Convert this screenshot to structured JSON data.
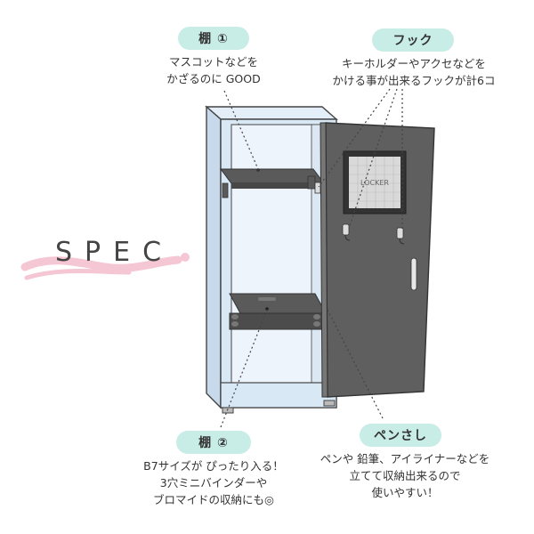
{
  "spec_heading": "SPEC",
  "callouts": {
    "shelf1": {
      "label": "棚 ①",
      "lines": [
        "マスコットなどを",
        "かざるのに GOOD"
      ]
    },
    "hook": {
      "label": "フック",
      "lines": [
        "キーホルダーやアクセなどを",
        "かける事が出来るフックが計6コ"
      ]
    },
    "shelf2": {
      "label": "棚 ②",
      "lines": [
        "B7サイズが ぴったり入る！",
        "3穴ミニバインダーや",
        "ブロマイドの収納にも◎"
      ]
    },
    "pen": {
      "label": "ペンさし",
      "lines": [
        "ペンや 鉛筆、アイライナーなどを",
        "立てて収納出来るので",
        "使いやすい！"
      ]
    }
  },
  "door_label": "LOCKER",
  "colors": {
    "pill_bg": "#c8ece6",
    "cabinet_body": "#d9e8f5",
    "door": "#5f5f5f",
    "shelf": "#5a5a5a",
    "swoosh_pink": "#f5c6d3"
  }
}
